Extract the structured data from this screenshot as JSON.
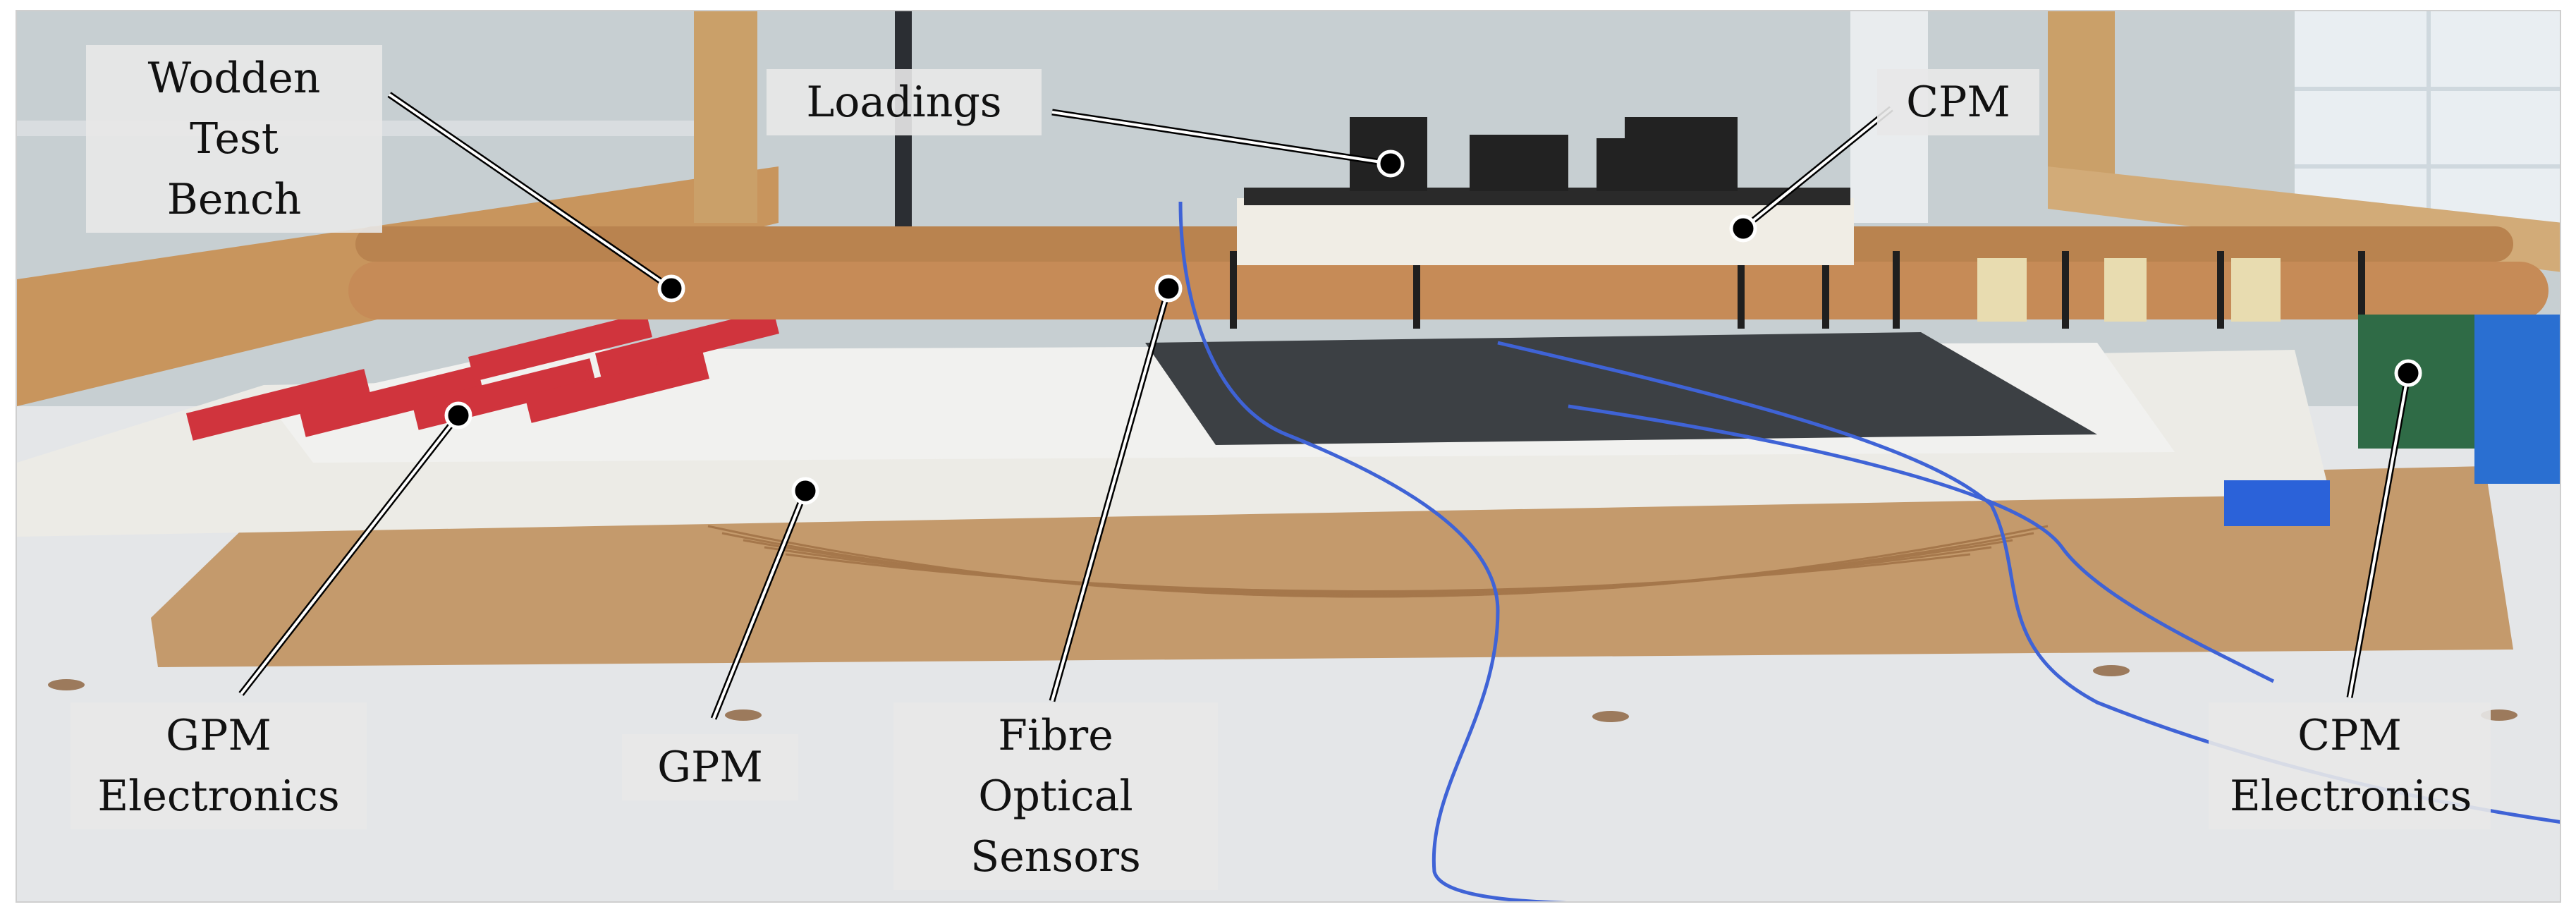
{
  "labels": {
    "wooden_bench": "Wodden Test\nBench",
    "loadings": "Loadings",
    "cpm": "CPM",
    "gpm_electronics": "GPM\nElectronics",
    "gpm": "GPM",
    "fibre_optical": "Fibre Optical\nSensors",
    "cpm_electronics": "CPM\nElectronics"
  },
  "colors": {
    "wall": "#c9d0d3",
    "wood_bench": "#caa069",
    "rod": "#c68b57",
    "foam": "#ecebe6",
    "mdf": "#c49a6c",
    "floor": "#e4e6e8",
    "cable_blue": "#3f63d6",
    "pcb_green": "#2f6b46",
    "red_pads": "#d0343d"
  }
}
